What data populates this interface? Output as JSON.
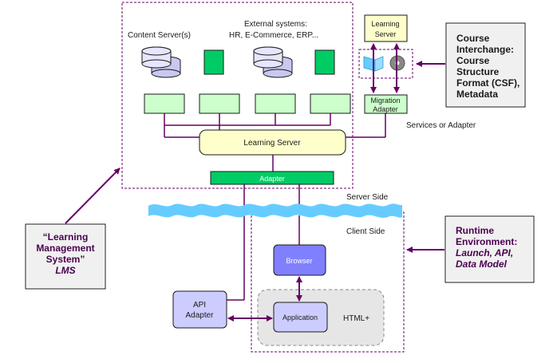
{
  "content_servers": "Content Server(s)",
  "external_systems": {
    "line1": "External systems:",
    "line2": "HR, E-Commerce, ERP..."
  },
  "learning_server_top": {
    "line1": "Learning",
    "line2": "Server"
  },
  "migration_adapter": {
    "line1": "Migration",
    "line2": "Adapter"
  },
  "services_or_adapter": "Services or Adapter",
  "learning_server_main": "Learning Server",
  "adapter": "Adapter",
  "server_side": "Server Side",
  "client_side": "Client Side",
  "browser": "Browser",
  "application": "Application",
  "html_plus": "HTML+",
  "api_adapter": {
    "line1": "API",
    "line2": "Adapter"
  },
  "course_interchange": {
    "line1": "Course",
    "line2": "Interchange:",
    "line3": "Course",
    "line4": "Structure",
    "line5": "Format (CSF),",
    "line6": "Metadata"
  },
  "lms": {
    "line1": "“Learning",
    "line2": "Management",
    "line3": "System”",
    "line4": "LMS"
  },
  "runtime": {
    "line1": "Runtime",
    "line2": "Environment:",
    "line3": "Launch, API,",
    "line4": "Data Model"
  },
  "colors": {
    "purple": "#660066",
    "pale_green": "#ccffcc",
    "dark_green": "#00cc66",
    "pale_yellow": "#ffffcc",
    "lavender": "#ccccff",
    "browser_blue": "#8080ff",
    "cloud_blue": "#66ccff"
  }
}
